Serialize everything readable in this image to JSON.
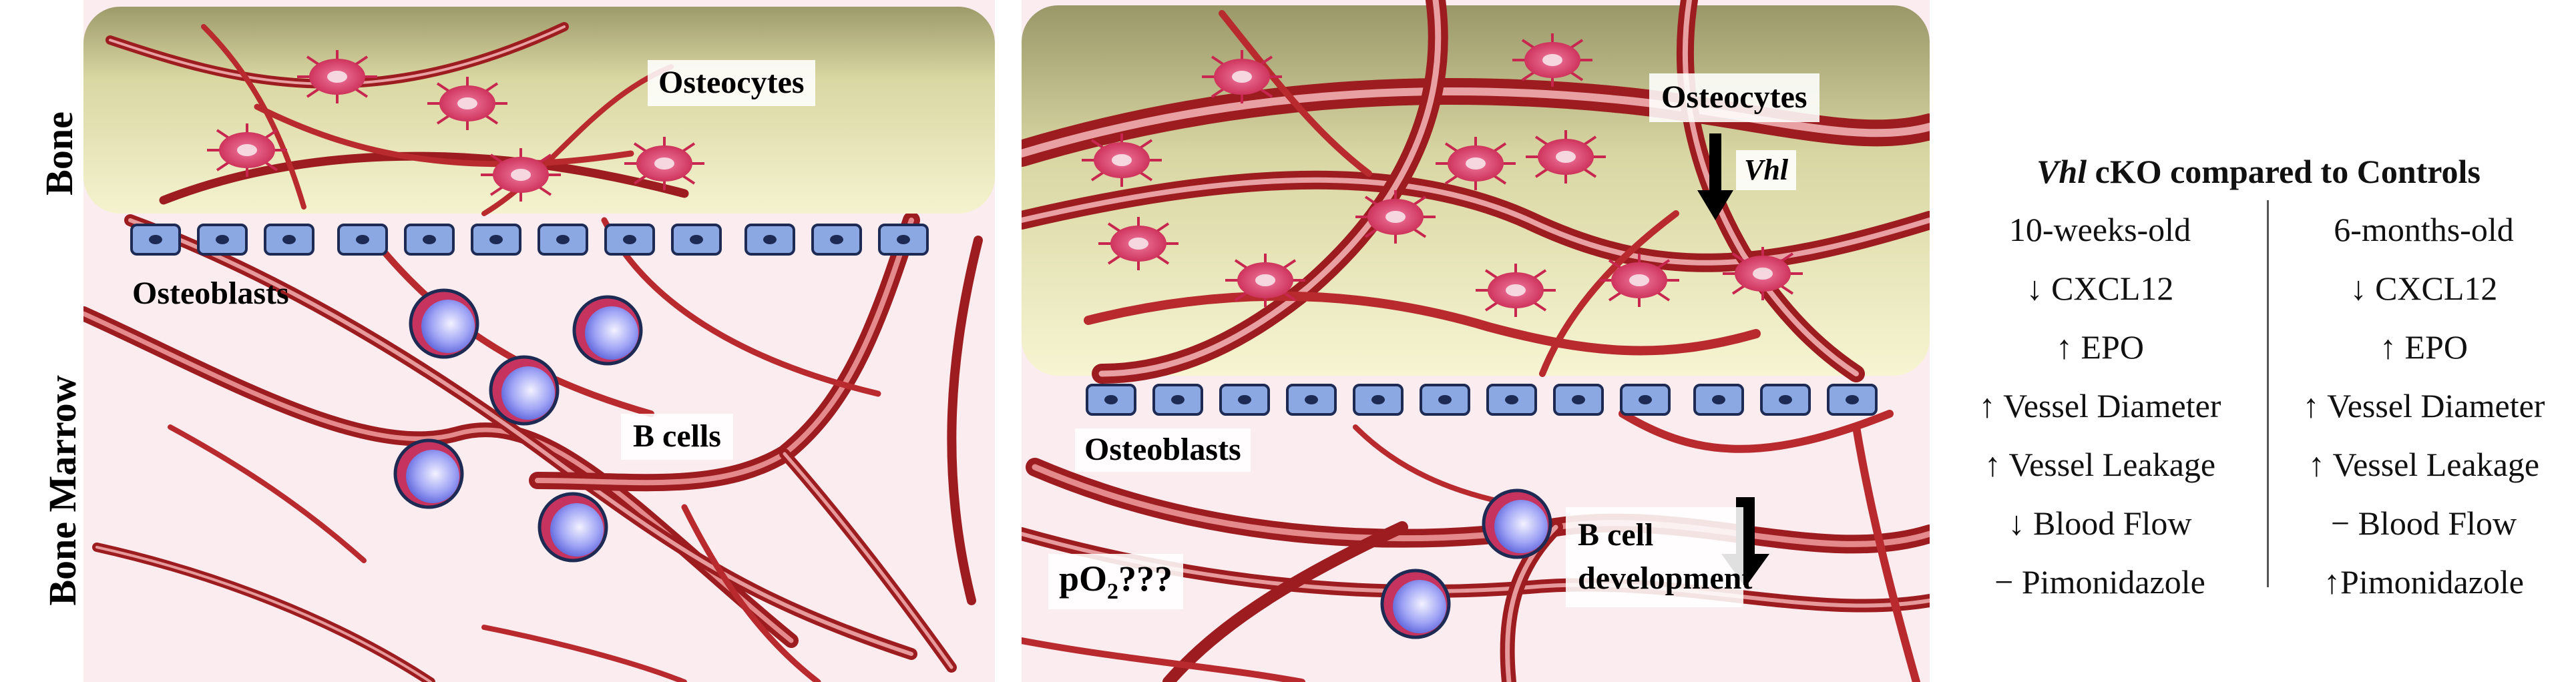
{
  "left_panel": {
    "side_labels": {
      "bone": "Bone",
      "bone_marrow": "Bone Marrow"
    },
    "labels": {
      "osteocytes": "Osteocytes",
      "osteoblasts": "Osteoblasts",
      "b_cells": "B cells"
    }
  },
  "right_panel": {
    "labels": {
      "osteocytes": "Osteocytes",
      "vhl": "Vhl",
      "osteoblasts": "Osteoblasts",
      "po2": "pO",
      "po2_sub": "2",
      "po2_suffix": "???",
      "b_cell_development": "B cell development"
    }
  },
  "summary": {
    "title_italic": "Vhl",
    "title_rest": " cKO compared to Controls",
    "columns": [
      {
        "header": "10-weeks-old",
        "rows": [
          "↓ CXCL12",
          "↑ EPO",
          "↑ Vessel Diameter",
          "↑ Vessel Leakage",
          "↓ Blood Flow",
          "− Pimonidazole"
        ]
      },
      {
        "header": "6-months-old",
        "rows": [
          "↓ CXCL12",
          "↑ EPO",
          "↑ Vessel Diameter",
          "↑ Vessel Leakage",
          "− Blood Flow",
          "↑Pimonidazole"
        ]
      }
    ]
  }
}
